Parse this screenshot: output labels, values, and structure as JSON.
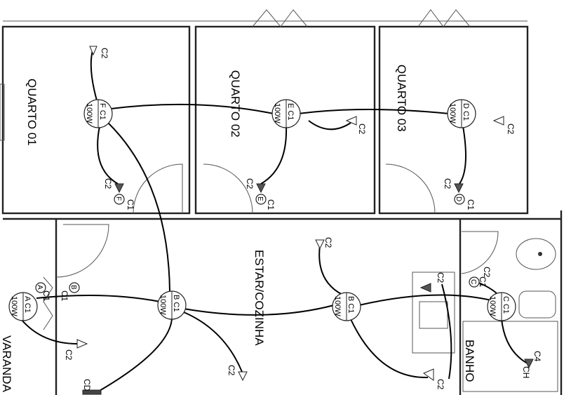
{
  "rooms": {
    "quarto01": "QUARTO 01",
    "quarto02": "QUARTO 02",
    "quarto03": "QUARTO 03",
    "estar": "ESTAR/COZINHA",
    "banho": "BANHO",
    "varanda": "VARANDA"
  },
  "lamps": [
    {
      "id": "F",
      "label": "F C1",
      "power": "100W"
    },
    {
      "id": "E",
      "label": "E C1",
      "power": "100W"
    },
    {
      "id": "D",
      "label": "D C1",
      "power": "100W"
    },
    {
      "id": "B1",
      "label": "B C1",
      "power": "100W"
    },
    {
      "id": "B2",
      "label": "B C1",
      "power": "100W"
    },
    {
      "id": "A",
      "label": "A C1",
      "power": "100W"
    },
    {
      "id": "C",
      "label": "C C1",
      "power": "100W"
    }
  ],
  "circuits": {
    "c1": "C1",
    "c2": "C2",
    "c4": "C4",
    "ch": "CH",
    "cd": "CD"
  },
  "switches": {
    "f": "F",
    "e": "E",
    "d": "D",
    "a": "A",
    "b": "B",
    "c": "C"
  }
}
